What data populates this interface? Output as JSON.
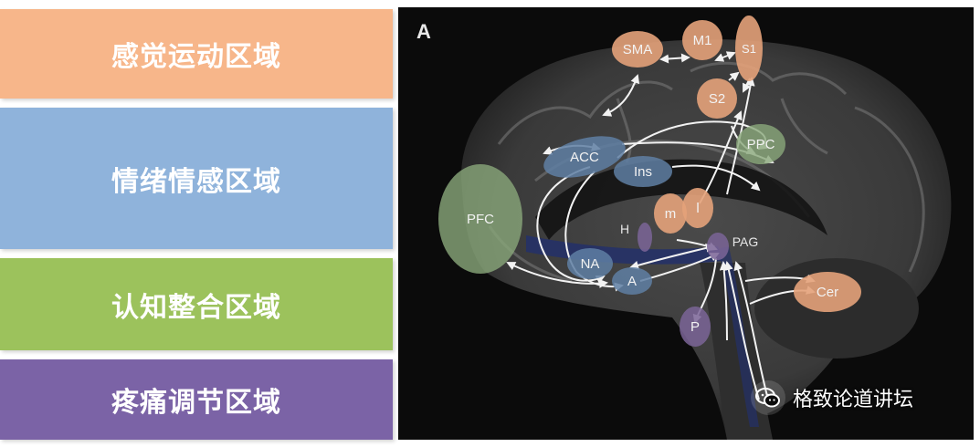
{
  "legend": {
    "items": [
      {
        "label": "感觉运动区域",
        "color": "#f7b68a"
      },
      {
        "label": "情绪情感区域",
        "color": "#8fb3db"
      },
      {
        "label": "认知整合区域",
        "color": "#9cc25c"
      },
      {
        "label": "疼痛调节区域",
        "color": "#7b63a6"
      }
    ]
  },
  "figure": {
    "panel_label": "A",
    "nodes": {
      "sma": "SMA",
      "m1": "M1",
      "s1": "S1",
      "s2": "S2",
      "ppc": "PPC",
      "acc": "ACC",
      "ins": "Ins",
      "m": "m",
      "l": "l",
      "pfc": "PFC",
      "na": "NA",
      "a": "A",
      "p": "P",
      "cer": "Cer"
    },
    "labels": {
      "h": "H",
      "pag": "PAG"
    },
    "colors": {
      "sensory_node": "#e4a27a",
      "emotion_node": "#5f7fa3",
      "cognitive_node": "#8aa87a",
      "pain_node": "#7b6598"
    }
  },
  "watermark": {
    "text": "格致论道讲坛",
    "icon": "wechat-icon"
  }
}
